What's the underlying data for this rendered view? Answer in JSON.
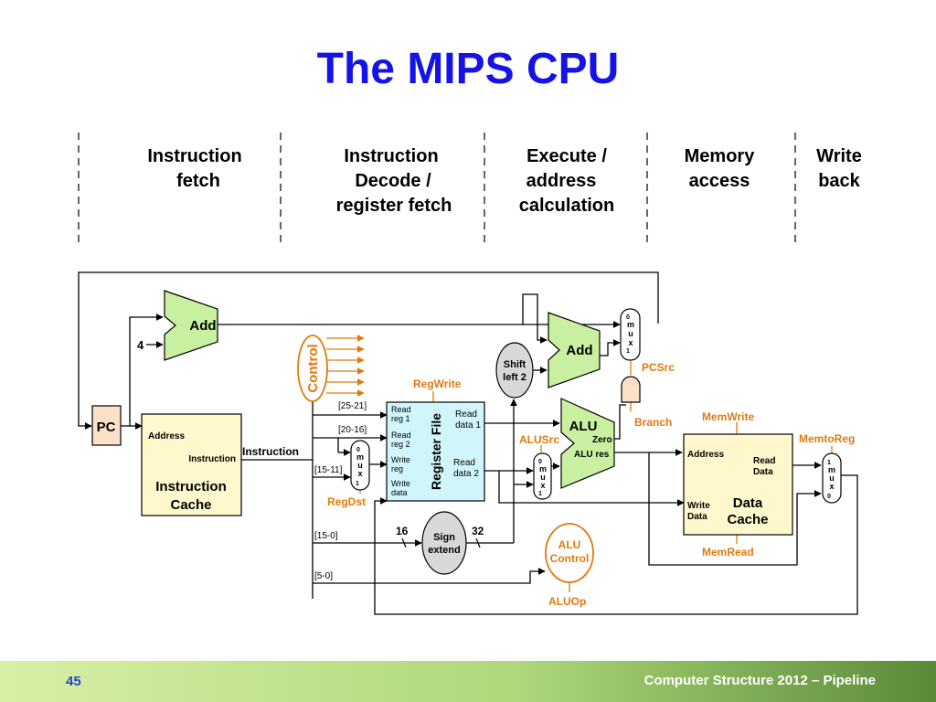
{
  "title": "The MIPS CPU",
  "stages": {
    "fetch": [
      "Instruction",
      "fetch"
    ],
    "decode": [
      "Instruction",
      "Decode /",
      "register fetch"
    ],
    "execute": [
      "Execute /",
      "address",
      "calculation"
    ],
    "memory": [
      "Memory",
      "access"
    ],
    "writeback": [
      "Write",
      "back"
    ]
  },
  "blocks": {
    "pc": "PC",
    "add_top": "Add",
    "add_const": "4",
    "add_branch": "Add",
    "shift": [
      "Shift",
      "left 2"
    ],
    "control": "Control",
    "icache": {
      "address": "Address",
      "instruction": "Instruction",
      "name": [
        "Instruction",
        "Cache"
      ]
    },
    "instruction_bus": "Instruction",
    "regfile": {
      "title": "Register File",
      "read_reg1": [
        "Read",
        "reg 1"
      ],
      "read_reg2": [
        "Read",
        "reg 2"
      ],
      "write_reg": [
        "Write",
        "reg"
      ],
      "write_data": [
        "Write",
        "data"
      ],
      "read_data1": [
        "Read",
        "data 1"
      ],
      "read_data2": [
        "Read",
        "data 2"
      ]
    },
    "alu": {
      "name": "ALU",
      "zero": "Zero",
      "res": "ALU res"
    },
    "sign_extend": [
      "Sign",
      "extend"
    ],
    "alu_control": [
      "ALU",
      "Control"
    ],
    "dcache": {
      "address": "Address",
      "read_data": [
        "Read",
        "Data"
      ],
      "write_data": [
        "Write",
        "Data"
      ],
      "name": [
        "Data",
        "Cache"
      ]
    },
    "mux_labels": [
      "m",
      "u",
      "x"
    ]
  },
  "fields": {
    "f25_21": "[25-21]",
    "f20_16": "[20-16]",
    "f15_11": "[15-11]",
    "f15_0": "[15-0]",
    "f5_0": "[5-0]"
  },
  "bit_widths": {
    "in": "16",
    "out": "32"
  },
  "signals": {
    "regwrite": "RegWrite",
    "regdst": "RegDst",
    "alusrc": "ALUSrc",
    "pcsrc": "PCSrc",
    "branch": "Branch",
    "memwrite": "MemWrite",
    "memread": "MemRead",
    "memtoreg": "MemtoReg",
    "aluop": "ALUOp"
  },
  "colors": {
    "title": "#1414e6",
    "signal": "#e07a10",
    "add": "#c8f0a0",
    "pc": "#fde0c8",
    "cache": "#fff8cc",
    "regfile": "#d0f6fc",
    "oval": "#d8d8d8"
  },
  "footer": {
    "page": "45",
    "text": "Computer Structure 2012 – Pipeline"
  }
}
